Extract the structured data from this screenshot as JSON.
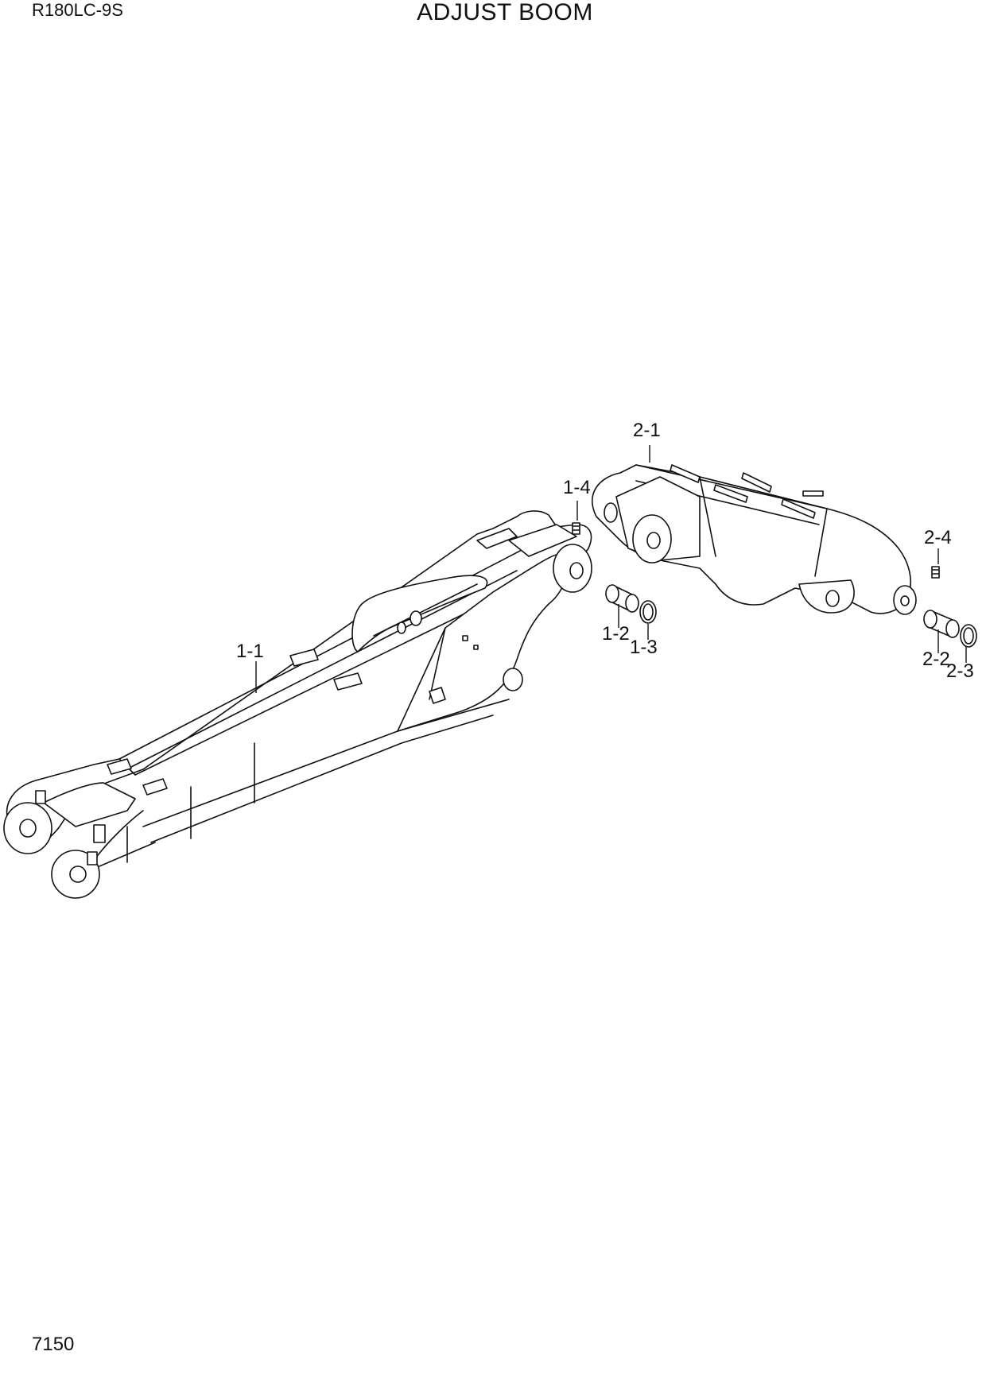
{
  "header": {
    "model": "R180LC-9S",
    "title": "ADJUST BOOM"
  },
  "footer": {
    "page_number": "7150"
  },
  "callouts": [
    {
      "id": "c11",
      "label": "1-1"
    },
    {
      "id": "c12",
      "label": "1-2"
    },
    {
      "id": "c13",
      "label": "1-3"
    },
    {
      "id": "c14",
      "label": "1-4"
    },
    {
      "id": "c21",
      "label": "2-1"
    },
    {
      "id": "c22",
      "label": "2-2"
    },
    {
      "id": "c23",
      "label": "2-3"
    },
    {
      "id": "c24",
      "label": "2-4"
    }
  ],
  "colors": {
    "line": "#111111",
    "background": "#ffffff"
  }
}
